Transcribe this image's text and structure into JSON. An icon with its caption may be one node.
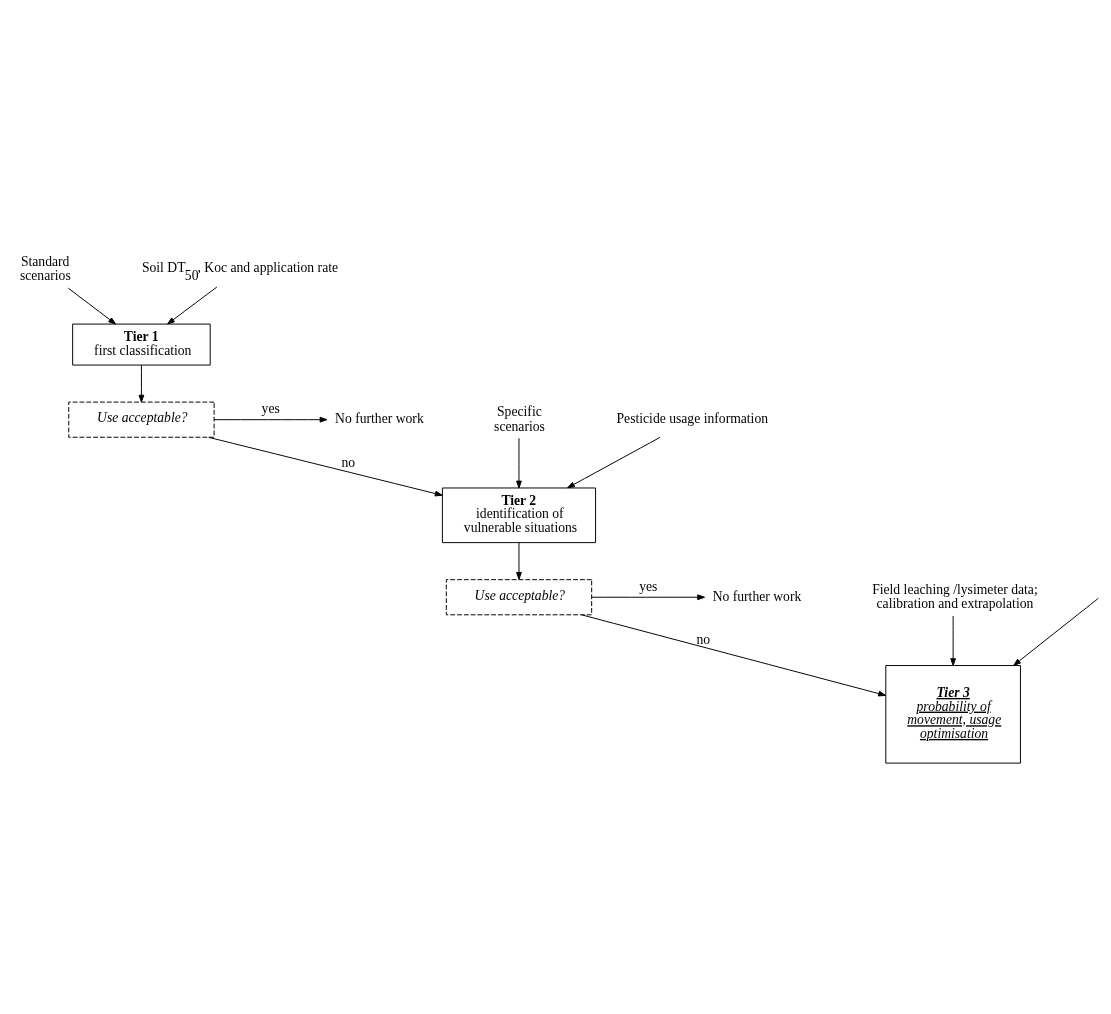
{
  "diagram": {
    "nodes": [
      {
        "text": [
          "Standard scenarios"
        ]
      },
      {
        "text": [
          "Soil DT$_{50}$, Koc and application rate"
        ]
      },
      {
        "text": [
          "Tier 1",
          "first classification"
        ]
      },
      {
        "text": [
          "Use acceptable?"
        ]
      },
      {
        "text": [
          "No further work"
        ]
      },
      {
        "text": [
          "Specific scenarios"
        ]
      },
      {
        "text": [
          "Pesticide usage information"
        ]
      },
      {
        "text": [
          "Tier 2",
          "identification of vulnerable situations"
        ]
      },
      {
        "text": [
          "Use acceptable?"
        ]
      },
      {
        "text": [
          "No further work"
        ]
      },
      {
        "text": [
          "Field leaching /lysimeter data; calibration and extrapolation"
        ]
      },
      {
        "text": [
          "Tier 3",
          "probability of movement, usage optimisation"
        ]
      }
    ],
    "edges": [
      {
        "from": 0,
        "to": 2,
        "arrow": "to"
      },
      {
        "from": 1,
        "to": 2,
        "arrow": "to"
      },
      {
        "from": 2,
        "to": 3,
        "arrow": "to"
      },
      {
        "from": 3,
        "to": 4,
        "arrow": "to",
        "label": "yes"
      },
      {
        "from": 3,
        "to": 7,
        "arrow": "to",
        "label": "no"
      },
      {
        "from": 5,
        "to": 7,
        "arrow": "to"
      },
      {
        "from": 6,
        "to": 7,
        "arrow": "to"
      },
      {
        "from": 7,
        "to": 8,
        "arrow": "to"
      },
      {
        "from": 8,
        "to": 9,
        "arrow": "to",
        "label": "yes"
      },
      {
        "from": 8,
        "to": 11,
        "arrow": "to",
        "label": "no"
      },
      {
        "from": null,
        "to": 11,
        "arrow": "to"
      },
      {
        "from": 10,
        "to": 11,
        "arrow": "to"
      }
    ]
  }
}
